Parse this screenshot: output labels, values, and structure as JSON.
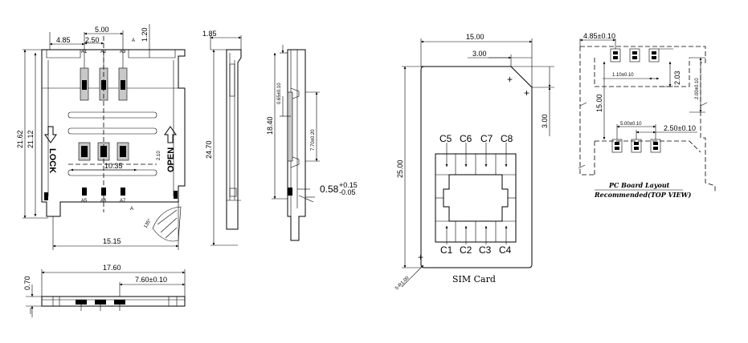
{
  "connector": {
    "top_dims": {
      "d485": "4.85",
      "d250": "2.50",
      "d500": "5.00",
      "d120": "1.20"
    },
    "pin_top": [
      "A1",
      "A2",
      "A3"
    ],
    "pin_bottom": [
      "A5",
      "A6",
      "A7"
    ],
    "side_dims": {
      "d2162": "21.62",
      "d2112": "21.12",
      "d1035": "10.35",
      "d210": "2.10"
    },
    "bottom_dim": "15.15",
    "angle": "135°",
    "lock_text": "LOCK",
    "open_text": "OPEN",
    "section_mark": "A"
  },
  "side_view": {
    "d185": "1.85",
    "d2470": "24.70"
  },
  "section_view": {
    "d065": "0.65±0.10",
    "d1840": "18.40",
    "d770": "7.70±0.20",
    "d058": "0.58",
    "tol_plus": "+0.15",
    "tol_minus": "-0.05"
  },
  "bottom_view": {
    "d1760": "17.60",
    "d070": "0.70",
    "d760": "7.60±0.10"
  },
  "sim_card": {
    "width": "15.00",
    "height": "25.00",
    "notch_w": "3.00",
    "notch_h": "3.00",
    "radius": "5-R1.00",
    "contacts_top": [
      "C5",
      "C6",
      "C7",
      "C8"
    ],
    "contacts_bottom": [
      "C1",
      "C2",
      "C3",
      "C4"
    ],
    "title": "SIM Card"
  },
  "pcb_layout": {
    "d485": "4.85±0.10",
    "d110": "1.10±0.10",
    "d203": "2.03",
    "d200": "2.00±0.10",
    "d1500": "15.00",
    "d500": "5.00±0.10",
    "d250": "2.50±0.10",
    "title_line1": "PC Board Layout",
    "title_line2": "Recommended(TOP VIEW)"
  }
}
